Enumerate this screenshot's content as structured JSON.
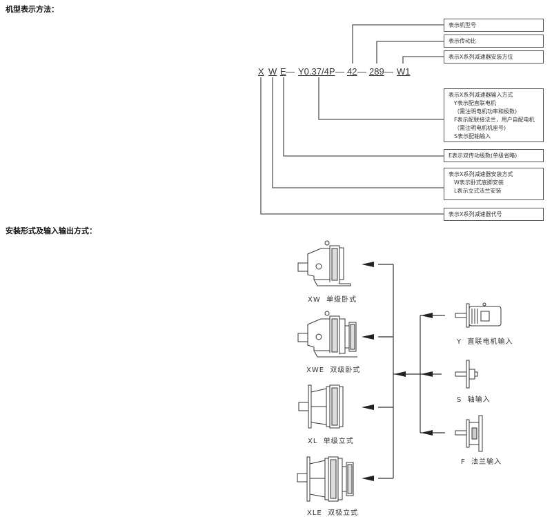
{
  "sections": {
    "model_notation_title": "机型表示方法：",
    "installation_title": "安装形式及输入输出方式："
  },
  "model_code": {
    "parts": [
      "X",
      "W",
      "E",
      "Y0.37/4P",
      "42",
      "289",
      "W1"
    ],
    "separator": "—"
  },
  "legend_boxes": [
    {
      "id": "model-number",
      "lines": [
        "表示机型号"
      ]
    },
    {
      "id": "ratio",
      "lines": [
        "表示传动比"
      ]
    },
    {
      "id": "mount-position",
      "lines": [
        "表示X系列减速器安装方位"
      ]
    },
    {
      "id": "input-method",
      "lines": [
        "表示X系列减速器输入方式",
        "Y表示配直联电机",
        "（需注明电机功率和极数)",
        "F表示配联接法兰，用户自配电机",
        "（需注明电机机座号)",
        "S表示配轴输入"
      ]
    },
    {
      "id": "stages",
      "lines": [
        "E表示双传动级数(单级省略)"
      ]
    },
    {
      "id": "mount-method",
      "lines": [
        "表示X系列减速器安装方式",
        "W表示卧式底脚安装",
        "L表示立式法兰安装"
      ]
    },
    {
      "id": "series-code",
      "lines": [
        "表示X系列减速器代号"
      ]
    }
  ],
  "reducers": [
    {
      "code": "XW",
      "name": "单级卧式"
    },
    {
      "code": "XWE",
      "name": "双级卧式"
    },
    {
      "code": "XL",
      "name": "单级立式"
    },
    {
      "code": "XLE",
      "name": "双极立式"
    }
  ],
  "inputs": [
    {
      "code": "Y",
      "name": "直联电机输入"
    },
    {
      "code": "S",
      "name": "轴输入"
    },
    {
      "code": "F",
      "name": "法兰输入"
    }
  ],
  "colors": {
    "line": "#444444",
    "text": "#333333"
  }
}
